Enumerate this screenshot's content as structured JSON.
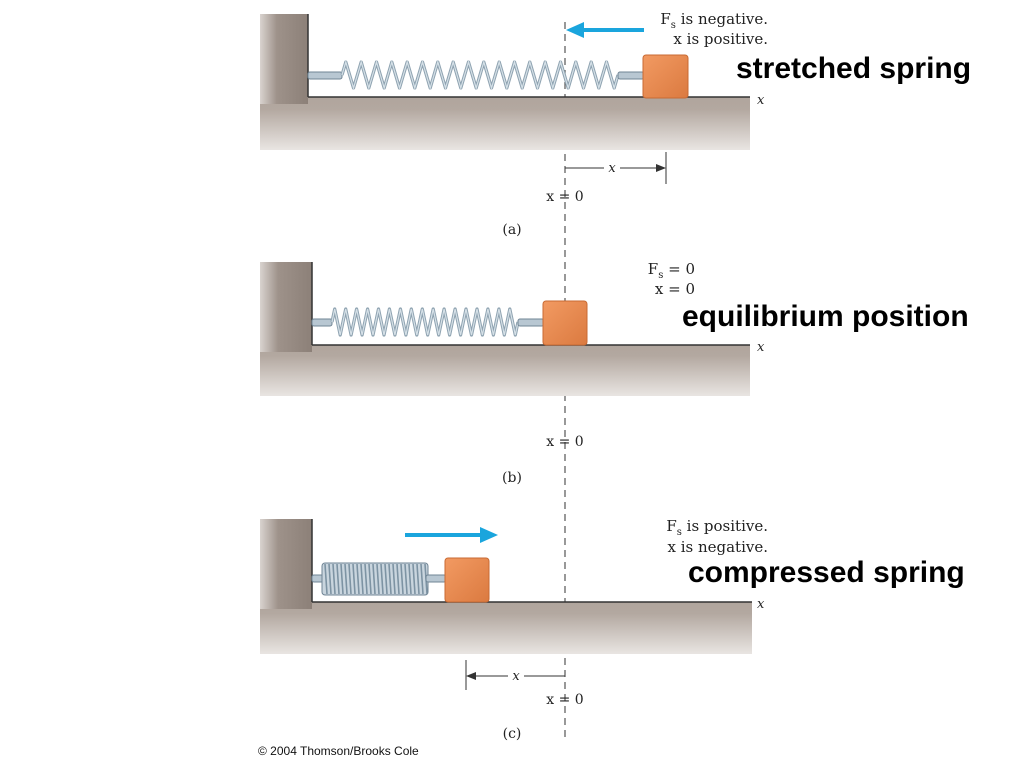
{
  "panels": [
    {
      "id": "a",
      "caption": "(a)",
      "force_line1_sym": "F",
      "force_line1_sub": "s",
      "force_line1_rest": " is negative.",
      "x_line2_sym": "x",
      "x_line2_rest": " is positive.",
      "state_label": "stretched spring",
      "origin_label": "x = 0",
      "disp_label": "x",
      "axis_label": "x"
    },
    {
      "id": "b",
      "caption": "(b)",
      "force_line1_sym": "F",
      "force_line1_sub": "s",
      "force_line1_rest": " = 0",
      "x_line2_sym": "x",
      "x_line2_rest": " = 0",
      "state_label": "equilibrium position",
      "origin_label": "x = 0",
      "axis_label": "x"
    },
    {
      "id": "c",
      "caption": "(c)",
      "force_line1_sym": "F",
      "force_line1_sub": "s",
      "force_line1_rest": " is positive.",
      "x_line2_sym": "x",
      "x_line2_rest": " is negative.",
      "state_label": "compressed spring",
      "origin_label": "x = 0",
      "disp_label": "x",
      "axis_label": "x"
    }
  ],
  "copyright": "© 2004 Thomson/Brooks Cole",
  "colors": {
    "wall": "#968980",
    "wall_dark": "#7d716a",
    "block": "#e8894f",
    "block_edge": "#c86a33",
    "arrow": "#1aa5dd",
    "spring": "#a9bcc9",
    "spring_dark": "#6f8494"
  }
}
